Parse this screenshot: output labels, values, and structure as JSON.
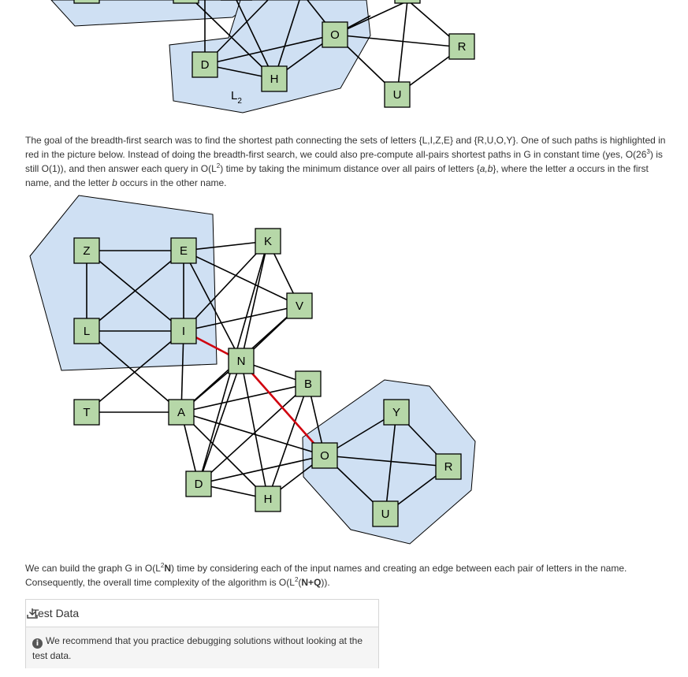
{
  "top_graph": {
    "nodes": {
      "D": "D",
      "H": "H",
      "O": "O",
      "R": "R",
      "U": "U"
    },
    "cluster_label": "L",
    "cluster_label_sub": "2"
  },
  "paragraph1": {
    "s1": "The goal of the breadth-first search was to find the shortest path connecting the sets of letters {L,I,Z,E} and {R,U,O,Y}. One of such paths is highlighted in red in the picture below. Instead of doing the breadth-first search, we could also pre-compute all-pairs shortest paths in G in constant time (yes, O(26",
    "sup1": "3",
    "s2": ") is still O(1)), and then answer each query in O(L",
    "sup2": "2",
    "s3": ") time by taking the minimum distance over all pairs of letters {",
    "ab": "a,b",
    "s4": "}, where the letter ",
    "a": "a",
    "s5": " occurs in the first name, and the letter ",
    "b": "b",
    "s6": " occurs in the other name."
  },
  "bottom_graph": {
    "nodes": {
      "Z": "Z",
      "E": "E",
      "K": "K",
      "V": "V",
      "L": "L",
      "I": "I",
      "N": "N",
      "B": "B",
      "T": "T",
      "A": "A",
      "Y": "Y",
      "O": "O",
      "R": "R",
      "D": "D",
      "H": "H",
      "U": "U"
    },
    "highlight_color": "#d0000e",
    "cluster_color": "#cfe0f3"
  },
  "paragraph2": {
    "s1": "We can build the graph G in O(L",
    "sup1": "2",
    "bold1": "N",
    "s2": ") time by considering each of the input names and creating an edge between each pair of letters in the name. Consequently, the overall time complexity of the algorithm is O(L",
    "sup2": "2",
    "s3": "(",
    "bold2": "N+Q",
    "s4": "))."
  },
  "test_data": {
    "title": "Test Data",
    "download_icon": "download-icon",
    "info_icon": "info-icon",
    "info_glyph": "i",
    "note": "We recommend that you practice debugging solutions without looking at the test data."
  }
}
